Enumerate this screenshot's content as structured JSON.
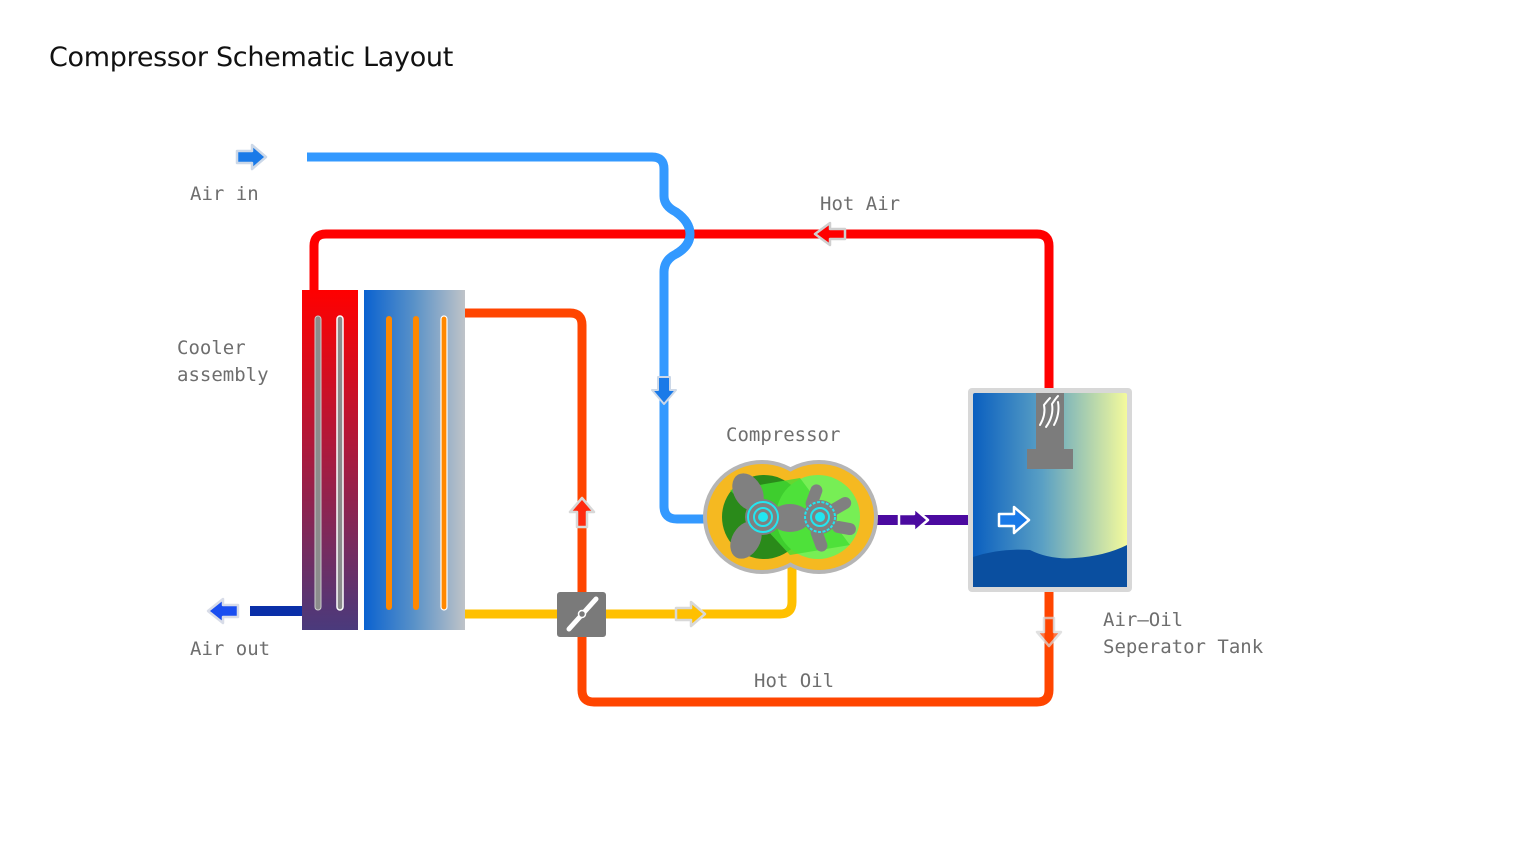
{
  "page": {
    "title": "Compressor Schematic Layout"
  },
  "diagram": {
    "labels": {
      "air_in": "Air in",
      "air_out": "Air out",
      "hot_air": "Hot Air",
      "hot_oil": "Hot Oil",
      "compressor": "Compressor",
      "cooler_line1": "Cooler",
      "cooler_line2": "assembly",
      "separator_line1": "Air–Oil",
      "separator_line2": "Seperator Tank"
    },
    "colors": {
      "air_in_line": "#3399ff",
      "hot_air_line": "#ff0000",
      "hot_oil_line": "#ff4500",
      "cooled_oil_line": "#ffc000",
      "compressed_air_line": "#4b0aa0",
      "air_out_line": "#0a2fa8",
      "label_text": "#6e6e6e",
      "compressor_housing": "#f5b921",
      "compressor_rotor": "#808080",
      "rotor_hub": "#22e6f0",
      "tank_oil": "#0a4fa0",
      "thermostatic_valve": "#7a7a7a"
    },
    "components": [
      {
        "id": "cooler-assembly",
        "name": "Cooler assembly"
      },
      {
        "id": "compressor",
        "name": "Compressor"
      },
      {
        "id": "separator-tank",
        "name": "Air-Oil Seperator Tank"
      },
      {
        "id": "thermostatic-valve",
        "name": "Thermostatic valve"
      }
    ],
    "flows": [
      {
        "id": "air-in",
        "direction": "right"
      },
      {
        "id": "air-down-to-compressor",
        "direction": "down"
      },
      {
        "id": "compressed-air-to-tank",
        "direction": "right"
      },
      {
        "id": "hot-air-to-cooler",
        "direction": "left"
      },
      {
        "id": "oil-out-of-tank",
        "direction": "down"
      },
      {
        "id": "hot-oil-up-to-cooler",
        "direction": "up"
      },
      {
        "id": "cooled-oil-to-compressor",
        "direction": "right"
      },
      {
        "id": "air-out",
        "direction": "left"
      },
      {
        "id": "tank-internal-air",
        "direction": "right"
      }
    ]
  }
}
